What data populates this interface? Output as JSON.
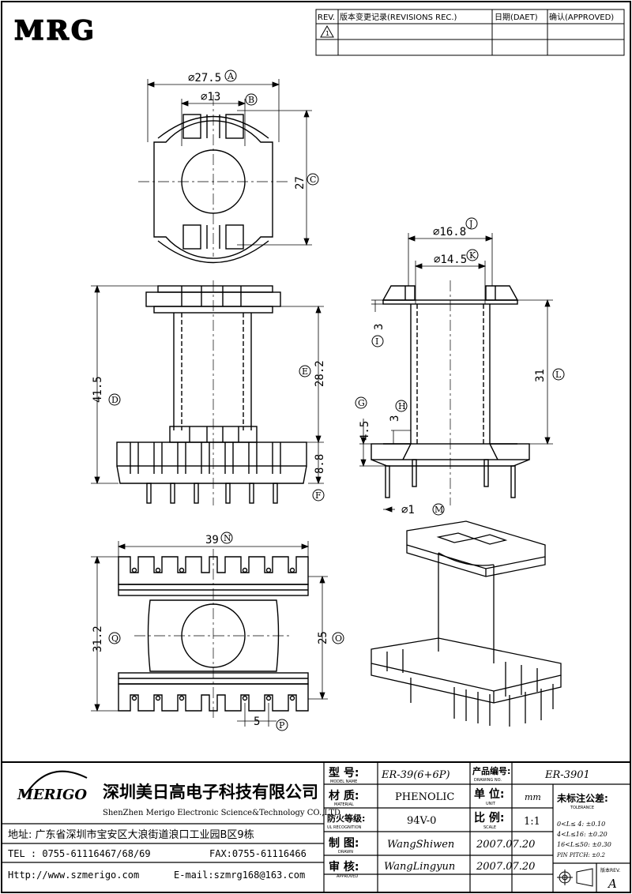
{
  "logo_text": "MRG",
  "revision_table": {
    "headers": [
      "REV.",
      "版本变更记录(REVISIONS REC.)",
      "日期(DAET)",
      "确认(APPROVED)"
    ],
    "row1_rev": "1"
  },
  "top_view": {
    "dim_outer": "⌀27.5",
    "outer_tag": "A",
    "dim_bore": "⌀13",
    "bore_tag": "B",
    "dim_height": "27",
    "height_tag": "C"
  },
  "front_view": {
    "dim_total": "41.5",
    "total_tag": "D",
    "dim_body": "28.2",
    "body_tag": "E",
    "dim_pin": "8.8",
    "pin_tag": "F"
  },
  "side_view": {
    "dim_outer": "⌀16.8",
    "outer_tag": "J",
    "dim_inner": "⌀14.5",
    "inner_tag": "K",
    "dim_flange": "3",
    "flange_tag": "I",
    "dim_length": "31",
    "length_tag": "L",
    "dim_base": "4.5",
    "base_tag": "G",
    "dim_step": "3",
    "step_tag": "H",
    "dim_pin_dia": "⌀1",
    "iso_tag": "M"
  },
  "bottom_view": {
    "dim_width": "39",
    "width_tag": "N",
    "dim_depth": "31.2",
    "depth_tag": "Q",
    "dim_inner": "25",
    "inner_tag": "O",
    "dim_pitch": "5",
    "pitch_tag": "P"
  },
  "title_block": {
    "company_logo": "MERIGO",
    "company_cn": "深圳美日高电子科技有限公司",
    "company_en": "ShenZhen Merigo Electronic Science&Technology CO.,LTD",
    "address": "地址: 广东省深圳市宝安区大浪街道浪口工业园B区9栋",
    "tel": "TEL : 0755-61116467/68/69",
    "fax": "FAX:0755-61116466",
    "web": "Http://www.szmerigo.com",
    "email": "E-mail:szmrg168@163.com",
    "model_label": "型 号:",
    "model_sub": "MODEL NAME",
    "model_value": "ER-39(6+6P)",
    "drawing_label": "产品编号:",
    "drawing_sub": "DRAWING NO.",
    "drawing_value": "ER-3901",
    "material_label": "材 质:",
    "material_sub": "MATERIAL",
    "material_value": "PHENOLIC",
    "unit_label": "单 位:",
    "unit_sub": "UNIT",
    "unit_value": "mm",
    "flame_label": "防火等级:",
    "flame_sub": "UL RECOGNITION",
    "flame_value": "94V-0",
    "scale_label": "比 例:",
    "scale_sub": "SCALE",
    "scale_value": "1:1",
    "drawn_label": "制 图:",
    "drawn_sub": "DRAWN",
    "drawn_name": "WangShiwen",
    "drawn_date": "2007.07.20",
    "approved_label": "审 核:",
    "approved_sub": "APPROVED",
    "approved_name": "WangLingyun",
    "approved_date": "2007.07.20",
    "tolerance_title": "未标注公差:",
    "tolerance_sub": "TOLERANCE",
    "tol1": "0<L≤ 4: ±0.10",
    "tol2": "4<L≤16: ±0.20",
    "tol3": "16<L≤50: ±0.30",
    "tol4": "PIN PITCH: ±0.2",
    "rev_label": "版本REV.",
    "rev_value": "A"
  }
}
